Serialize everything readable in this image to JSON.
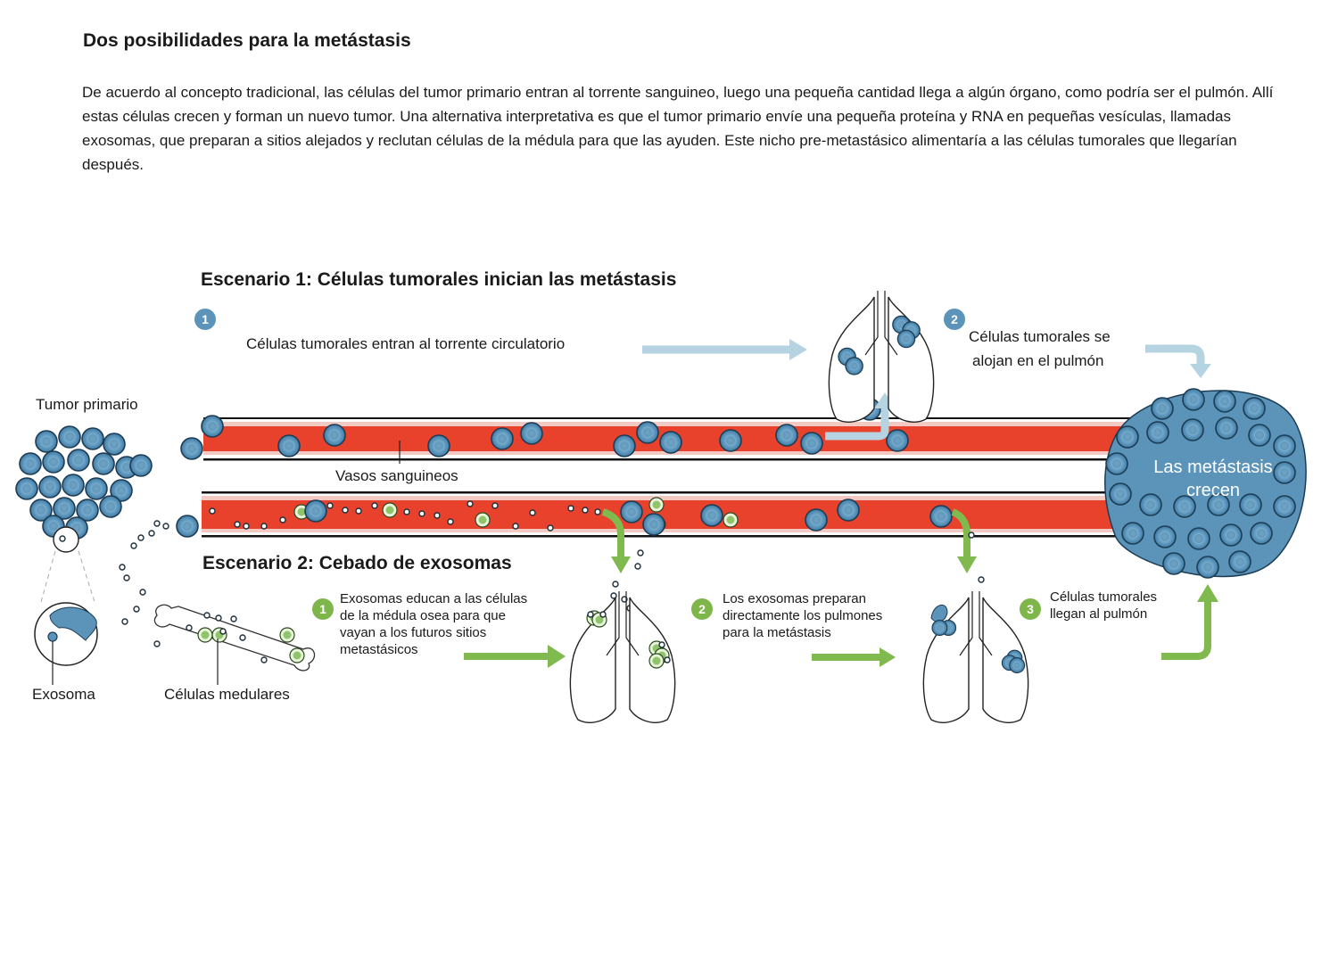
{
  "title": "Dos posibilidades para la metástasis",
  "intro": "De acuerdo al concepto tradicional, las células del tumor primario entran al torrente sanguineo, luego una pequeña cantidad llega a algún órgano, como podría ser el pulmón. Allí estas células crecen y forman un nuevo tumor. Una alternativa interpretativa es que el tumor primario envíe una pequeña proteína y RNA en pequeñas vesículas, llamadas exosomas, que preparan a sitios alejados y reclutan células de la médula para que las ayuden. Este nicho pre-metastásico alimentaría a las células tumorales que llegarían después.",
  "scenario1": {
    "heading": "Escenario 1: Células tumorales inician las metástasis",
    "step1": {
      "number": "1",
      "text": "Células tumorales entran al torrente circulatorio"
    },
    "step2": {
      "number": "2",
      "text_line1": "Células tumorales se",
      "text_line2": "alojan en el pulmón"
    }
  },
  "scenario2": {
    "heading": "Escenario 2: Cebado de exosomas",
    "step1": {
      "number": "1",
      "lines": [
        "Exosomas educan a las células",
        "de la médula osea para que",
        "vayan a los futuros sitios",
        "metastásicos"
      ]
    },
    "step2": {
      "number": "2",
      "lines": [
        "Los exosomas preparan",
        "directamente los pulmones",
        "para la metástasis"
      ]
    },
    "step3": {
      "number": "3",
      "lines": [
        "Células tumorales",
        "llegan al pulmón"
      ]
    }
  },
  "labels": {
    "tumor_primario": "Tumor primario",
    "vasos": "Vasos sanguineos",
    "exosoma": "Exosoma",
    "celulas_medulares": "Células medulares",
    "metastasis_line1": "Las metástasis",
    "metastasis_line2": "crecen"
  },
  "colors": {
    "tumor_cell": "#5b93b9",
    "blood": "#e8412c",
    "arrow_blue": "#b5d3e0",
    "arrow_green": "#80b94d",
    "marrow_cell": "#8fc46a"
  }
}
